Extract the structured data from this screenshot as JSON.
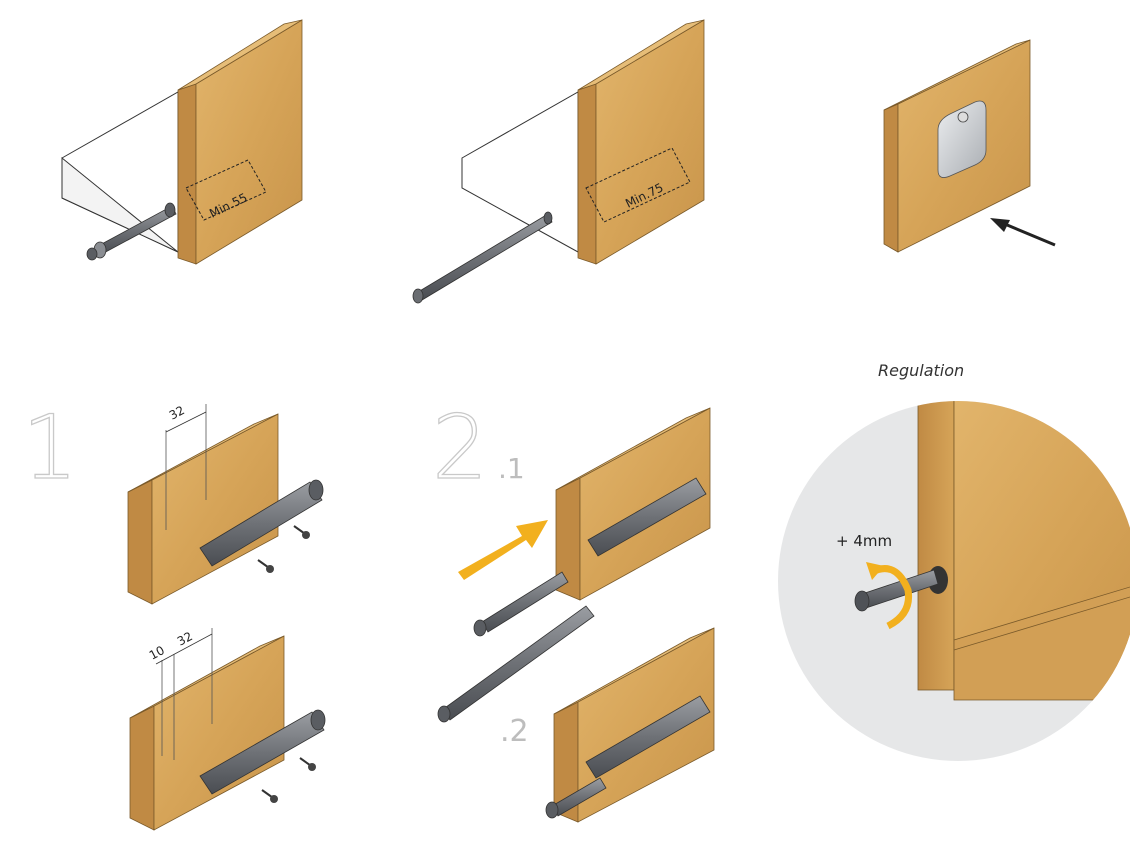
{
  "labels": {
    "min55": "Min.55",
    "min75": "Min.75",
    "step1": "1",
    "step2": "2",
    "step2_1": ".1",
    "step2_2": ".2",
    "dim32a": "32",
    "dim10": "10",
    "dim32b": "32",
    "regulation": "Regulation",
    "plus4mm": "+ 4mm"
  },
  "colors": {
    "wood": "#d9a85e",
    "wood_dark": "#b9843e",
    "wood_side": "#c8944a",
    "panel": "#ffffff",
    "metal": "#7a7d82",
    "metal_dark": "#4f5257",
    "arrow_accent": "#f2b01e",
    "circle_bg": "#e6e7e8"
  }
}
